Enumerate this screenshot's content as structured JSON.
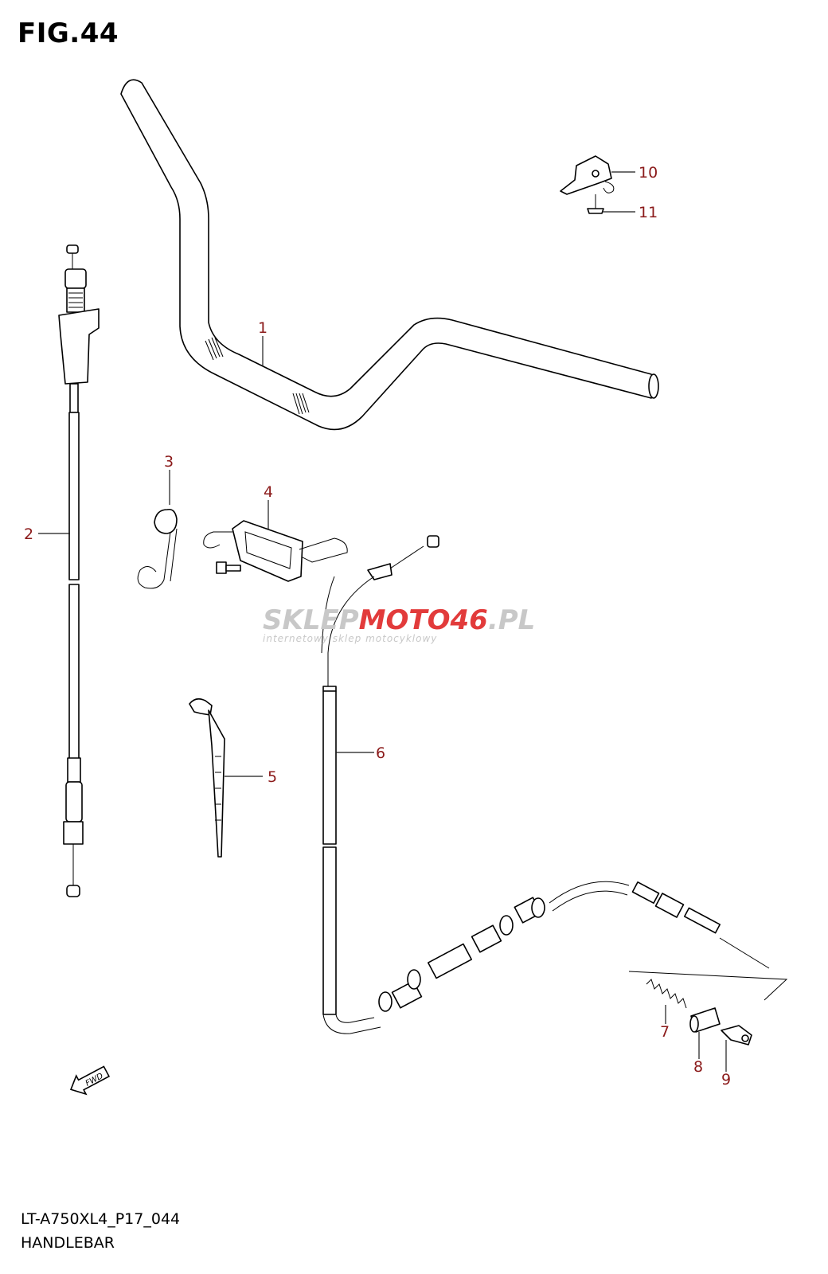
{
  "figure": {
    "title": "FIG.44"
  },
  "footer": {
    "model_code": "LT-A750XL4_P17_044",
    "section_name": "HANDLEBAR"
  },
  "watermark": {
    "brand_part1": "SKLEP",
    "brand_part2": "MOTO",
    "brand_part3": "46",
    "brand_part4": ".PL",
    "tagline": "internetowy sklep motocyklowy"
  },
  "direction_indicator": {
    "label": "FWD"
  },
  "callouts": [
    {
      "id": "c1",
      "label": "1"
    },
    {
      "id": "c2",
      "label": "2"
    },
    {
      "id": "c3",
      "label": "3"
    },
    {
      "id": "c4",
      "label": "4"
    },
    {
      "id": "c5",
      "label": "5"
    },
    {
      "id": "c6",
      "label": "6"
    },
    {
      "id": "c7",
      "label": "7"
    },
    {
      "id": "c8",
      "label": "8"
    },
    {
      "id": "c9",
      "label": "9"
    },
    {
      "id": "c10",
      "label": "10"
    },
    {
      "id": "c11",
      "label": "11"
    }
  ],
  "colors": {
    "callout_text": "#8b1a1a",
    "line": "#000000",
    "watermark_grey": "#c8c8c8",
    "watermark_red": "#e23b3b"
  }
}
